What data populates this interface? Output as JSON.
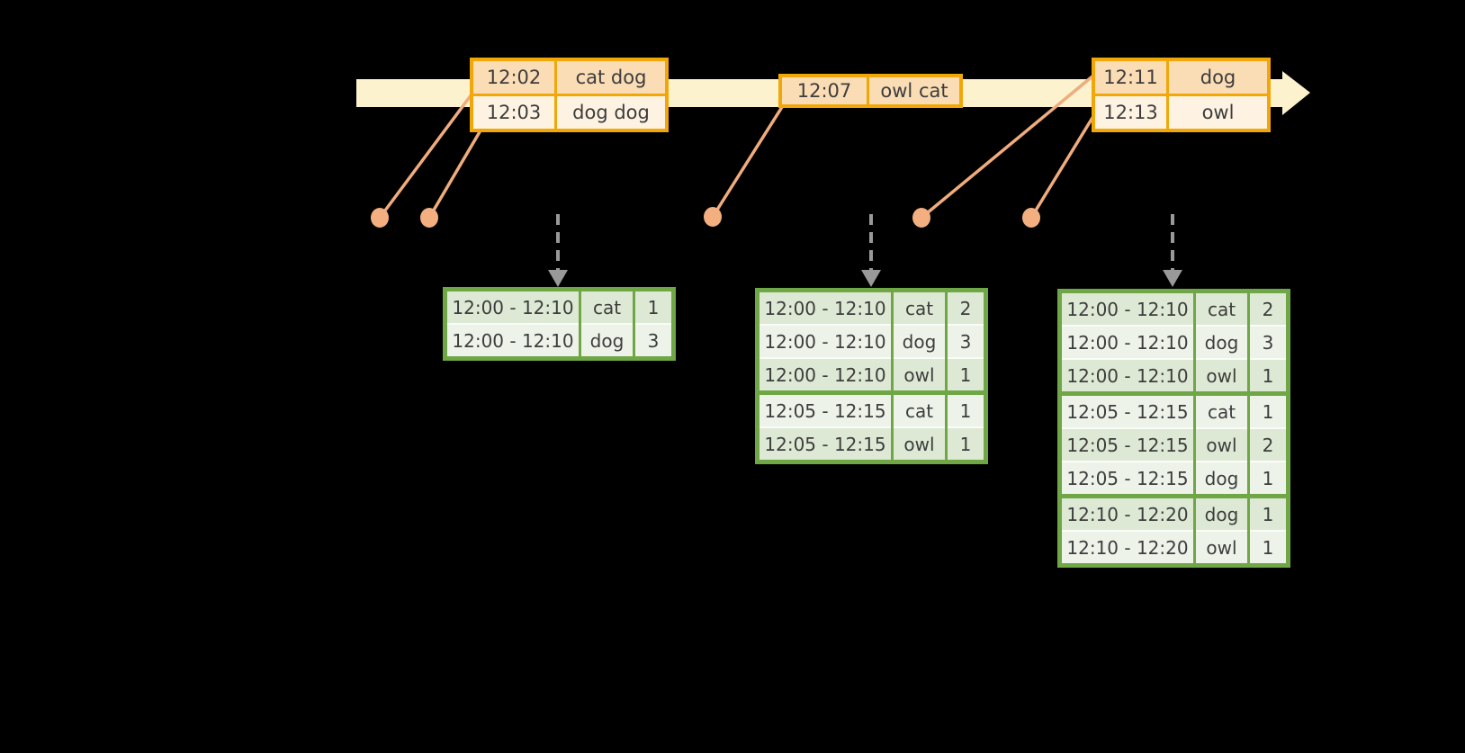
{
  "colors": {
    "background": "#000000",
    "timeline_band": "#fcf2ce",
    "event_table_border": "#f1a708",
    "event_row_dark": "#fadcb5",
    "event_row_light": "#fef3e2",
    "result_table_border": "#6fa746",
    "result_row_dark": "#dde9d4",
    "result_row_light": "#eef3ea",
    "result_row_separator": "#fafcf7",
    "dot": "#f3af80",
    "connector_line": "#f0ac7c",
    "trigger_arrow_gray": "#999999",
    "text": "#3d3d3d"
  },
  "timeline": {
    "event_tables": [
      {
        "rows": [
          {
            "time": "12:02",
            "words": "cat dog"
          },
          {
            "time": "12:03",
            "words": "dog dog"
          }
        ]
      },
      {
        "rows": [
          {
            "time": "12:07",
            "words": "owl cat"
          }
        ]
      },
      {
        "rows": [
          {
            "time": "12:11",
            "words": "dog"
          },
          {
            "time": "12:13",
            "words": "owl"
          }
        ]
      }
    ]
  },
  "result_tables": [
    {
      "rows": [
        {
          "window": "12:00 - 12:10",
          "word": "cat",
          "count": "1"
        },
        {
          "window": "12:00 - 12:10",
          "word": "dog",
          "count": "3"
        }
      ]
    },
    {
      "rows": [
        {
          "window": "12:00 - 12:10",
          "word": "cat",
          "count": "2"
        },
        {
          "window": "12:00 - 12:10",
          "word": "dog",
          "count": "3"
        },
        {
          "window": "12:00 - 12:10",
          "word": "owl",
          "count": "1"
        },
        {
          "window": "12:05 - 12:15",
          "word": "cat",
          "count": "1"
        },
        {
          "window": "12:05 - 12:15",
          "word": "owl",
          "count": "1"
        }
      ]
    },
    {
      "rows": [
        {
          "window": "12:00 - 12:10",
          "word": "cat",
          "count": "2"
        },
        {
          "window": "12:00 - 12:10",
          "word": "dog",
          "count": "3"
        },
        {
          "window": "12:00 - 12:10",
          "word": "owl",
          "count": "1"
        },
        {
          "window": "12:05 - 12:15",
          "word": "cat",
          "count": "1"
        },
        {
          "window": "12:05 - 12:15",
          "word": "owl",
          "count": "2"
        },
        {
          "window": "12:05 - 12:15",
          "word": "dog",
          "count": "1"
        },
        {
          "window": "12:10 - 12:20",
          "word": "dog",
          "count": "1"
        },
        {
          "window": "12:10 - 12:20",
          "word": "owl",
          "count": "1"
        }
      ]
    }
  ]
}
